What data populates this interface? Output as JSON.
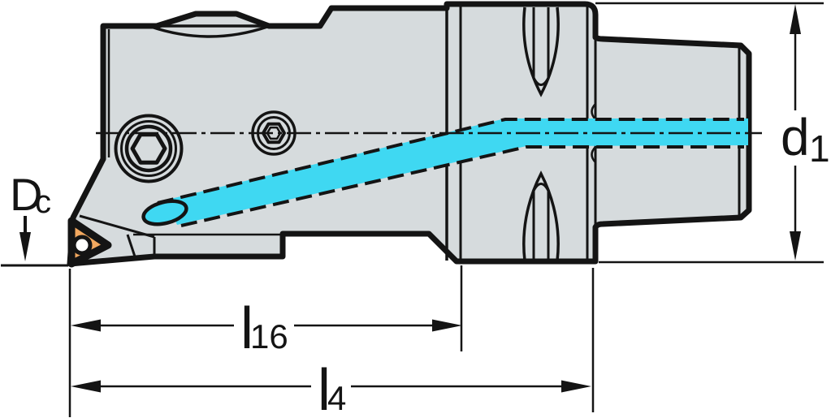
{
  "drawing": {
    "type": "technical-drawing",
    "subject": "boring bar adapter with hex clamp screws, triangular cutting insert and internal coolant channel",
    "colors": {
      "background": "#ffffff",
      "body_fill": "#d6dbdd",
      "coolant_fill": "#3fd8f2",
      "insert_fill": "#f2a85f",
      "hole_fill": "#ffffff",
      "line_color": "#141414"
    },
    "dimensions": {
      "dc": {
        "main": "D",
        "sub": "c"
      },
      "d1": {
        "main": "d",
        "sub": "1"
      },
      "l16": {
        "main": "l",
        "sub": "16"
      },
      "l4": {
        "main": "l",
        "sub": "4"
      }
    }
  }
}
